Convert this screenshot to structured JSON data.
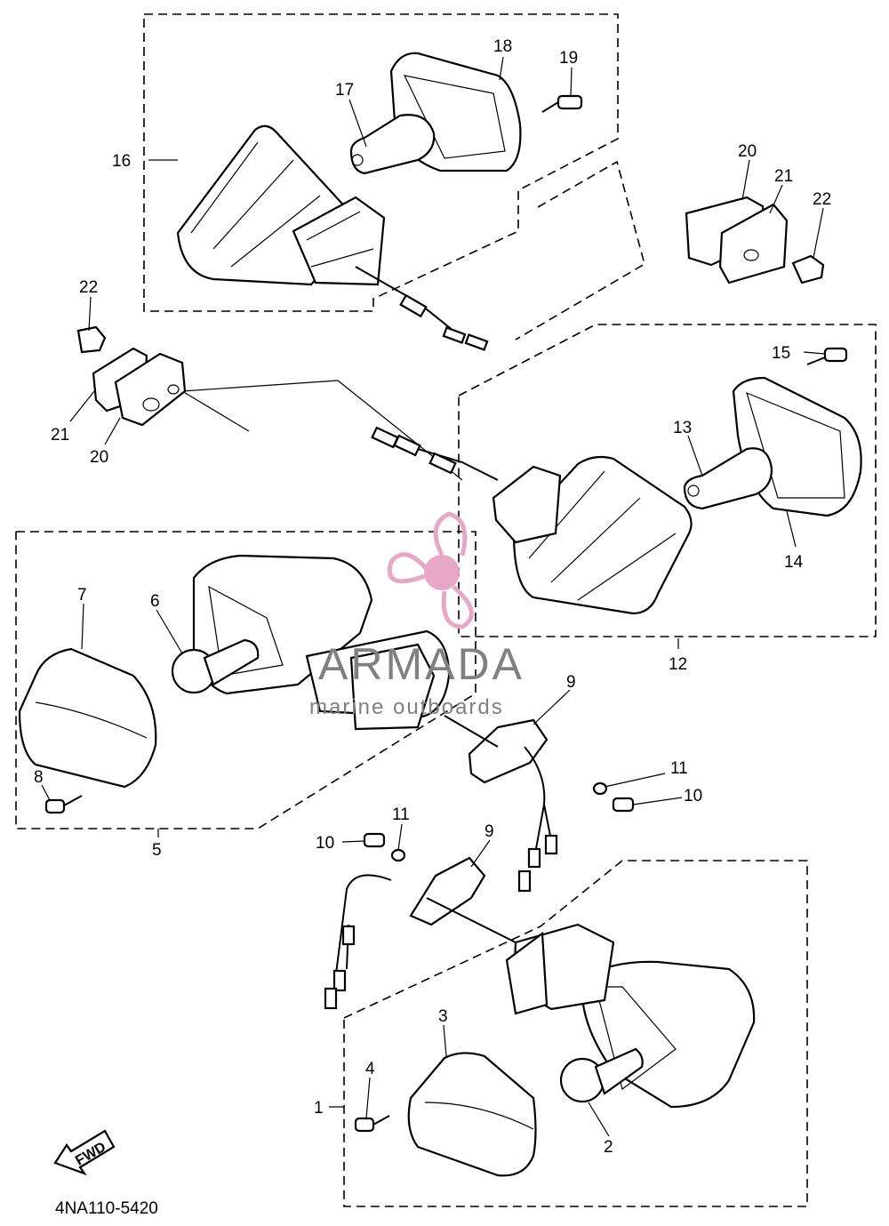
{
  "diagram_code": "4NA110-5420",
  "fwd_label": "FWD",
  "watermark": {
    "brand": "ARMADA",
    "tagline": "marine outboards",
    "color": "#e7a8c8"
  },
  "callouts": {
    "c1": "1",
    "c2": "2",
    "c3": "3",
    "c4": "4",
    "c5": "5",
    "c6": "6",
    "c7": "7",
    "c8": "8",
    "c9a": "9",
    "c9b": "9",
    "c10a": "10",
    "c10b": "10",
    "c11a": "11",
    "c11b": "11",
    "c12": "12",
    "c13": "13",
    "c14": "14",
    "c15": "15",
    "c16": "16",
    "c17": "17",
    "c18": "18",
    "c19": "19",
    "c20a": "20",
    "c20b": "20",
    "c21a": "21",
    "c21b": "21",
    "c22a": "22",
    "c22b": "22"
  }
}
